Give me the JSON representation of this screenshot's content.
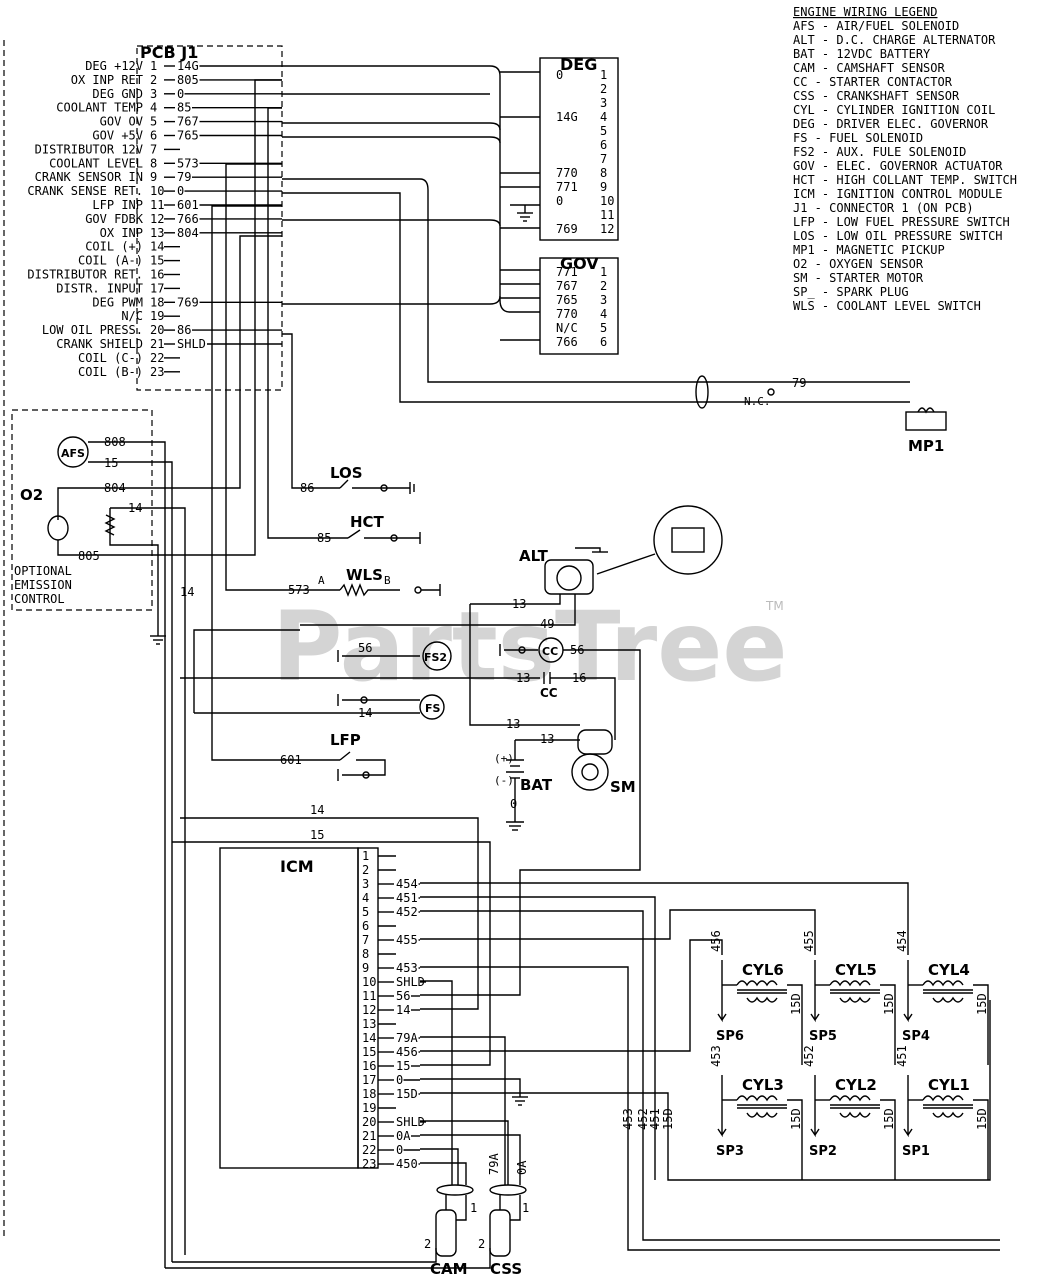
{
  "legend": {
    "title": "ENGINE WIRING LEGEND",
    "items": [
      "AFS  - AIR/FUEL SOLENOID",
      "ALT  - D.C. CHARGE ALTERNATOR",
      "BAT  - 12VDC BATTERY",
      "CAM  - CAMSHAFT SENSOR",
      "CC   - STARTER CONTACTOR",
      "CSS  - CRANKSHAFT SENSOR",
      "CYL  - CYLINDER IGNITION COIL",
      "DEG  - DRIVER ELEC. GOVERNOR",
      "FS   - FUEL SOLENOID",
      "FS2  - AUX. FULE SOLENOID",
      "GOV  - ELEC. GOVERNOR ACTUATOR",
      "HCT  - HIGH COLLANT TEMP. SWITCH",
      "ICM  - IGNITION CONTROL MODULE",
      "J1   - CONNECTOR 1 (ON PCB)",
      "LFP  - LOW FUEL PRESSURE SWITCH",
      "LOS  - LOW OIL PRESSURE SWITCH",
      "MP1  - MAGNETIC PICKUP",
      "O2   - OXYGEN SENSOR",
      "SM   - STARTER MOTOR",
      "SP_  - SPARK PLUG",
      "WLS  - COOLANT LEVEL SWITCH"
    ]
  },
  "pcb": {
    "title": "PCB J1",
    "pins": [
      {
        "label": "DEG +12V",
        "pin": "1",
        "wire": "14G"
      },
      {
        "label": "OX INP RET",
        "pin": "2",
        "wire": "805"
      },
      {
        "label": "DEG GND",
        "pin": "3",
        "wire": "0"
      },
      {
        "label": "COOLANT TEMP",
        "pin": "4",
        "wire": "85"
      },
      {
        "label": "GOV OV",
        "pin": "5",
        "wire": "767"
      },
      {
        "label": "GOV +5V",
        "pin": "6",
        "wire": "765"
      },
      {
        "label": "DISTRIBUTOR 12V",
        "pin": "7",
        "wire": ""
      },
      {
        "label": "COOLANT LEVEL",
        "pin": "8",
        "wire": "573"
      },
      {
        "label": "CRANK SENSOR IN",
        "pin": "9",
        "wire": "79"
      },
      {
        "label": "CRANK SENSE RET.",
        "pin": "10",
        "wire": "0"
      },
      {
        "label": "LFP INP",
        "pin": "11",
        "wire": "601"
      },
      {
        "label": "GOV FDBK",
        "pin": "12",
        "wire": "766"
      },
      {
        "label": "OX INP",
        "pin": "13",
        "wire": "804"
      },
      {
        "label": "COIL (+)",
        "pin": "14",
        "wire": ""
      },
      {
        "label": "COIL (A-)",
        "pin": "15",
        "wire": ""
      },
      {
        "label": "DISTRIBUTOR RET.",
        "pin": "16",
        "wire": ""
      },
      {
        "label": "DISTR. INPUT",
        "pin": "17",
        "wire": ""
      },
      {
        "label": "DEG PWM",
        "pin": "18",
        "wire": "769"
      },
      {
        "label": "N/C",
        "pin": "19",
        "wire": ""
      },
      {
        "label": "LOW OIL PRESS.",
        "pin": "20",
        "wire": "86"
      },
      {
        "label": "CRANK SHIELD",
        "pin": "21",
        "wire": "SHLD"
      },
      {
        "label": "COIL (C-)",
        "pin": "22",
        "wire": ""
      },
      {
        "label": "COIL (B-)",
        "pin": "23",
        "wire": ""
      }
    ]
  },
  "deg": {
    "title": "DEG",
    "pins": [
      {
        "pin": "1",
        "wire": "0"
      },
      {
        "pin": "2",
        "wire": ""
      },
      {
        "pin": "3",
        "wire": ""
      },
      {
        "pin": "4",
        "wire": "14G"
      },
      {
        "pin": "5",
        "wire": ""
      },
      {
        "pin": "6",
        "wire": ""
      },
      {
        "pin": "7",
        "wire": ""
      },
      {
        "pin": "8",
        "wire": "770"
      },
      {
        "pin": "9",
        "wire": "771"
      },
      {
        "pin": "10",
        "wire": "0"
      },
      {
        "pin": "11",
        "wire": ""
      },
      {
        "pin": "12",
        "wire": "769"
      }
    ]
  },
  "gov": {
    "title": "GOV",
    "pins": [
      {
        "pin": "1",
        "wire": "771"
      },
      {
        "pin": "2",
        "wire": "767"
      },
      {
        "pin": "3",
        "wire": "765"
      },
      {
        "pin": "4",
        "wire": "770"
      },
      {
        "pin": "5",
        "wire": "N/C"
      },
      {
        "pin": "6",
        "wire": "766"
      }
    ]
  },
  "icm": {
    "title": "ICM",
    "pins": [
      {
        "pin": "1",
        "wire": ""
      },
      {
        "pin": "2",
        "wire": ""
      },
      {
        "pin": "3",
        "wire": "454"
      },
      {
        "pin": "4",
        "wire": "451"
      },
      {
        "pin": "5",
        "wire": "452"
      },
      {
        "pin": "6",
        "wire": ""
      },
      {
        "pin": "7",
        "wire": "455"
      },
      {
        "pin": "8",
        "wire": ""
      },
      {
        "pin": "9",
        "wire": "453"
      },
      {
        "pin": "10",
        "wire": "SHLD"
      },
      {
        "pin": "11",
        "wire": "56"
      },
      {
        "pin": "12",
        "wire": "14"
      },
      {
        "pin": "13",
        "wire": ""
      },
      {
        "pin": "14",
        "wire": "79A"
      },
      {
        "pin": "15",
        "wire": "456"
      },
      {
        "pin": "16",
        "wire": "15"
      },
      {
        "pin": "17",
        "wire": "0"
      },
      {
        "pin": "18",
        "wire": "15D"
      },
      {
        "pin": "19",
        "wire": ""
      },
      {
        "pin": "20",
        "wire": "SHLD"
      },
      {
        "pin": "21",
        "wire": "0A"
      },
      {
        "pin": "22",
        "wire": "0"
      },
      {
        "pin": "23",
        "wire": "450"
      }
    ]
  },
  "components": {
    "mp1": "MP1",
    "nc": "N.C.",
    "w79": "79",
    "afs": "AFS",
    "o2": "O2",
    "optional": [
      "OPTIONAL",
      "EMISSION",
      "CONTROL"
    ],
    "los": "LOS",
    "hct": "HCT",
    "wls": "WLS",
    "alt": "ALT",
    "fs2": "FS2",
    "cc": "CC",
    "fs": "FS",
    "lfp": "LFP",
    "bat": "BAT",
    "sm": "SM",
    "cam": "CAM",
    "css": "CSS",
    "wls_a": "A",
    "wls_b": "B",
    "bat_plus": "(+)",
    "bat_minus": "(-)"
  },
  "wires": {
    "w808": "808",
    "w15": "15",
    "w804": "804",
    "w14": "14",
    "w805": "805",
    "w14b": "14",
    "w86": "86",
    "w85": "85",
    "w573": "573",
    "w13a": "13",
    "w49": "49",
    "w56a": "56",
    "w56b": "56",
    "w13b": "13",
    "w16": "16",
    "w14c": "14",
    "w601": "601",
    "w13c": "13",
    "w13d": "13",
    "w0bat": "0",
    "w14d": "14",
    "w15b": "15"
  },
  "cylinders": [
    {
      "name": "CYL6",
      "plug": "SP6",
      "wire": "456"
    },
    {
      "name": "CYL5",
      "plug": "SP5",
      "wire": "455"
    },
    {
      "name": "CYL4",
      "plug": "SP4",
      "wire": "454"
    },
    {
      "name": "CYL3",
      "plug": "SP3",
      "wire": "453"
    },
    {
      "name": "CYL2",
      "plug": "SP2",
      "wire": "452"
    },
    {
      "name": "CYL1",
      "plug": "SP1",
      "wire": "451"
    }
  ],
  "cyl_common": "15D",
  "vertical_wires": [
    "453",
    "452",
    "451",
    "15D"
  ],
  "sensor_wires": {
    "cam_pin1": "1",
    "cam_pin2": "2",
    "css_pin1": "1",
    "css_pin2": "2",
    "w79a": "79A",
    "w0a": "0A"
  },
  "watermark": "PartsTree",
  "tm": "TM"
}
